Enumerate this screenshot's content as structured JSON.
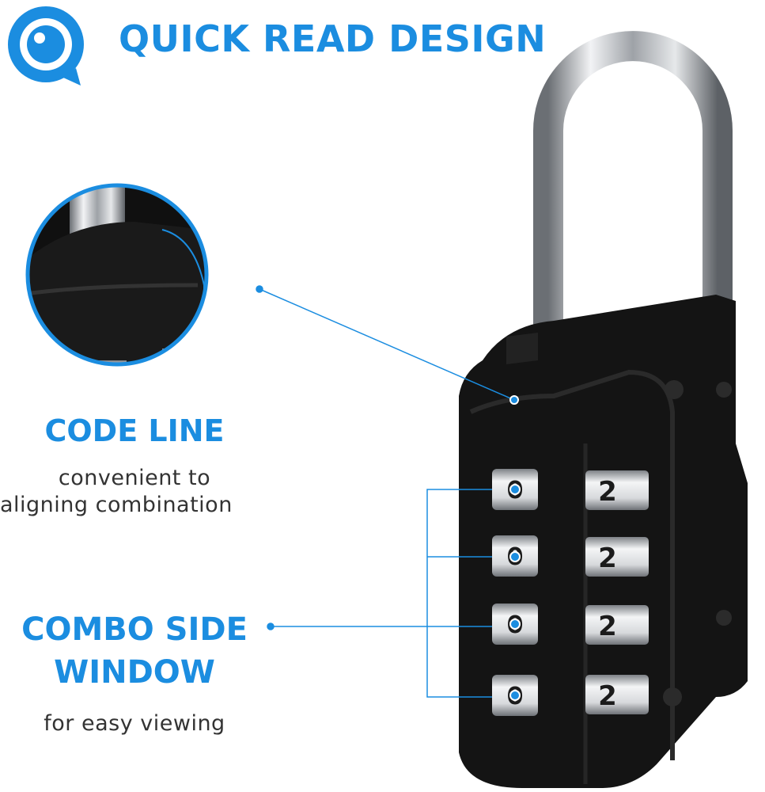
{
  "headline": "QUICK READ DESIGN",
  "features": {
    "code_line": {
      "title": "CODE LINE",
      "desc_line1": "convenient to",
      "desc_line2": "aligning combination"
    },
    "combo_window": {
      "title_line1": "COMBO SIDE",
      "title_line2": "WINDOW",
      "desc": "for easy viewing"
    }
  },
  "lock": {
    "side_wheel_digit": "0",
    "front_wheel_digit": "2",
    "wheel_count": 4
  },
  "colors": {
    "accent": "#1b8de0",
    "lock_body": "#141414",
    "shackle": "#c9ccd0"
  },
  "icons": [
    "eye-logo-icon"
  ]
}
